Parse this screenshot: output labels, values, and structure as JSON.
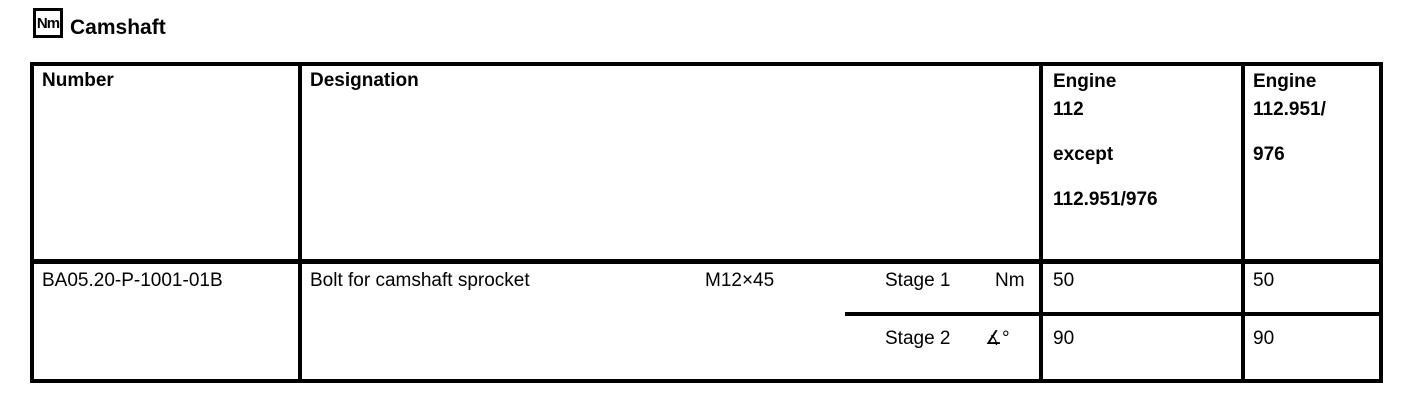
{
  "page": {
    "title": "Camshaft",
    "title_icon": "Nm"
  },
  "colors": {
    "text": "#000000",
    "background": "#ffffff",
    "border": "#000000"
  },
  "table": {
    "headers": {
      "number": "Number",
      "designation": "Designation",
      "engine1_lines": [
        "Engine",
        "112",
        "except",
        "112.951/976"
      ],
      "engine2_lines": [
        "Engine",
        "112.951/",
        "976"
      ]
    },
    "row": {
      "number": "BA05.20-P-1001-01B",
      "designation": "Bolt for camshaft sprocket",
      "size": "M12×45",
      "stages": [
        {
          "label": "Stage 1",
          "unit": "Nm",
          "engine1": "50",
          "engine2": "50"
        },
        {
          "label": "Stage 2",
          "unit": "∡°",
          "engine1": "90",
          "engine2": "90"
        }
      ]
    }
  }
}
